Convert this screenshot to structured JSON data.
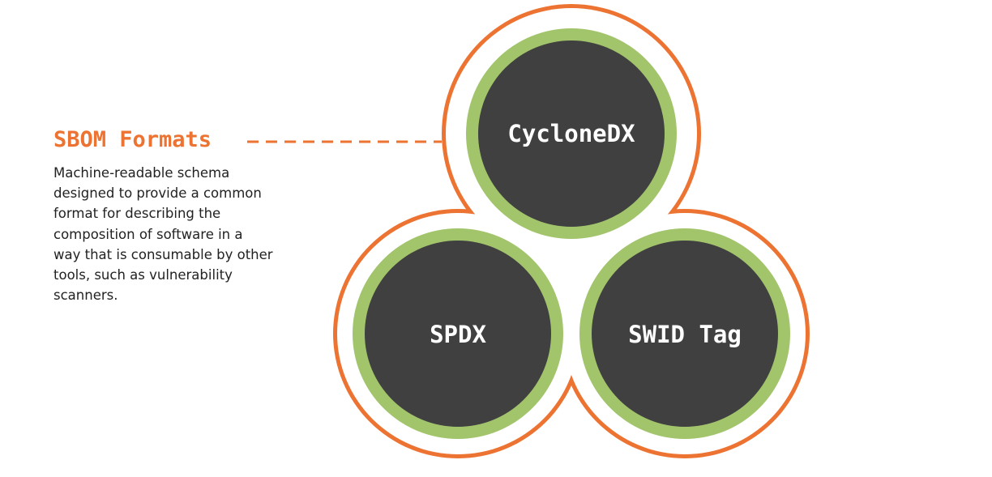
{
  "callout": {
    "title": "SBOM Formats",
    "description": "Machine-readable schema designed to provide a common format for describing the composition of software in a way that is consumable by other tools, such as vulnerability scanners."
  },
  "formats": [
    {
      "label": "CycloneDX"
    },
    {
      "label": "SPDX"
    },
    {
      "label": "SWID Tag"
    }
  ],
  "colors": {
    "outline_orange": "#ec7331",
    "ring_green": "#a2c46b",
    "node_fill": "#404040",
    "label_text": "#ffffff",
    "heading": "#ec7331",
    "body_text": "#222222"
  }
}
